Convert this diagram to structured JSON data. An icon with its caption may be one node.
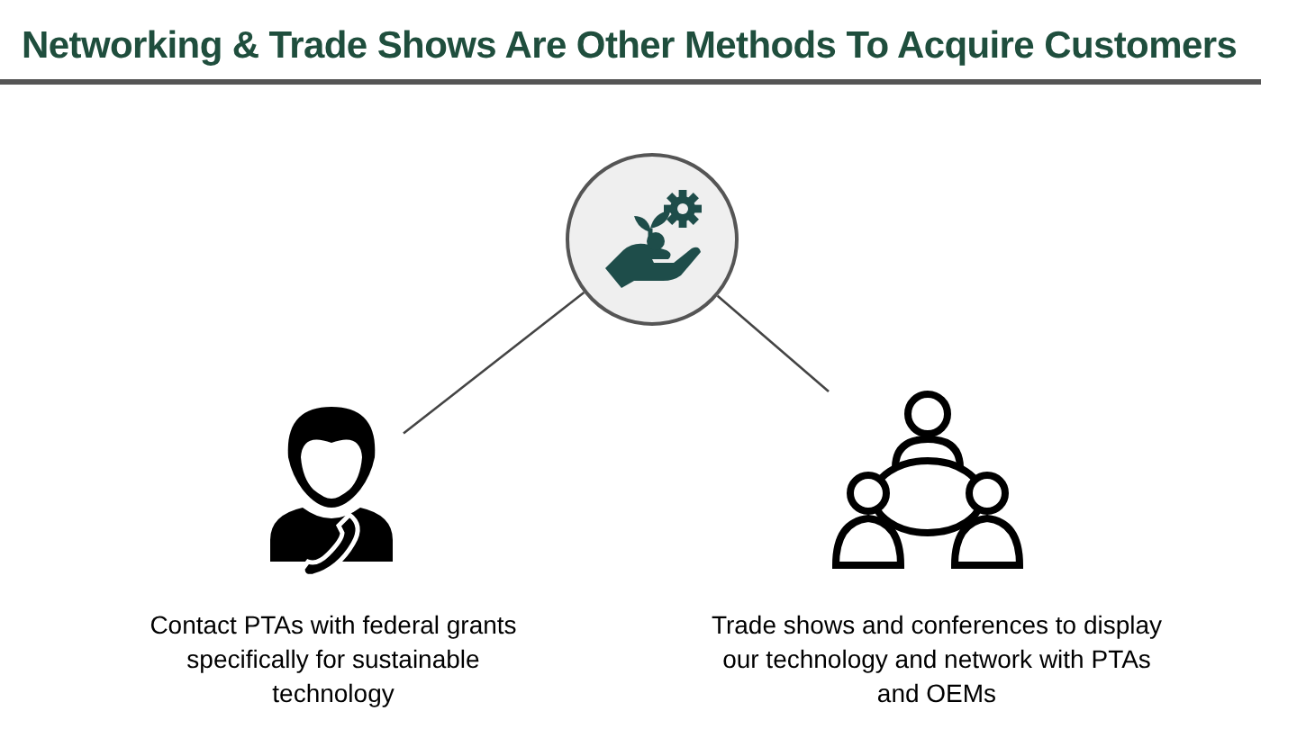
{
  "diagram": {
    "title": "Networking & Trade Shows Are Other Methods To Acquire Customers",
    "nodes": [
      {
        "text": [],
        "shape": "circle"
      },
      {
        "text": [],
        "shape": "picture",
        "beside": [
          "Contact PTAs with federal grants specifically for sustainable technology"
        ]
      },
      {
        "text": [],
        "shape": "picture",
        "beside": [
          "Trade shows and conferences to display our technology and network with PTAs and OEMs"
        ]
      }
    ],
    "edges": [
      {
        "from": 0,
        "to": 1,
        "arrow": "none"
      },
      {
        "from": 0,
        "to": 2,
        "arrow": "none"
      }
    ]
  }
}
